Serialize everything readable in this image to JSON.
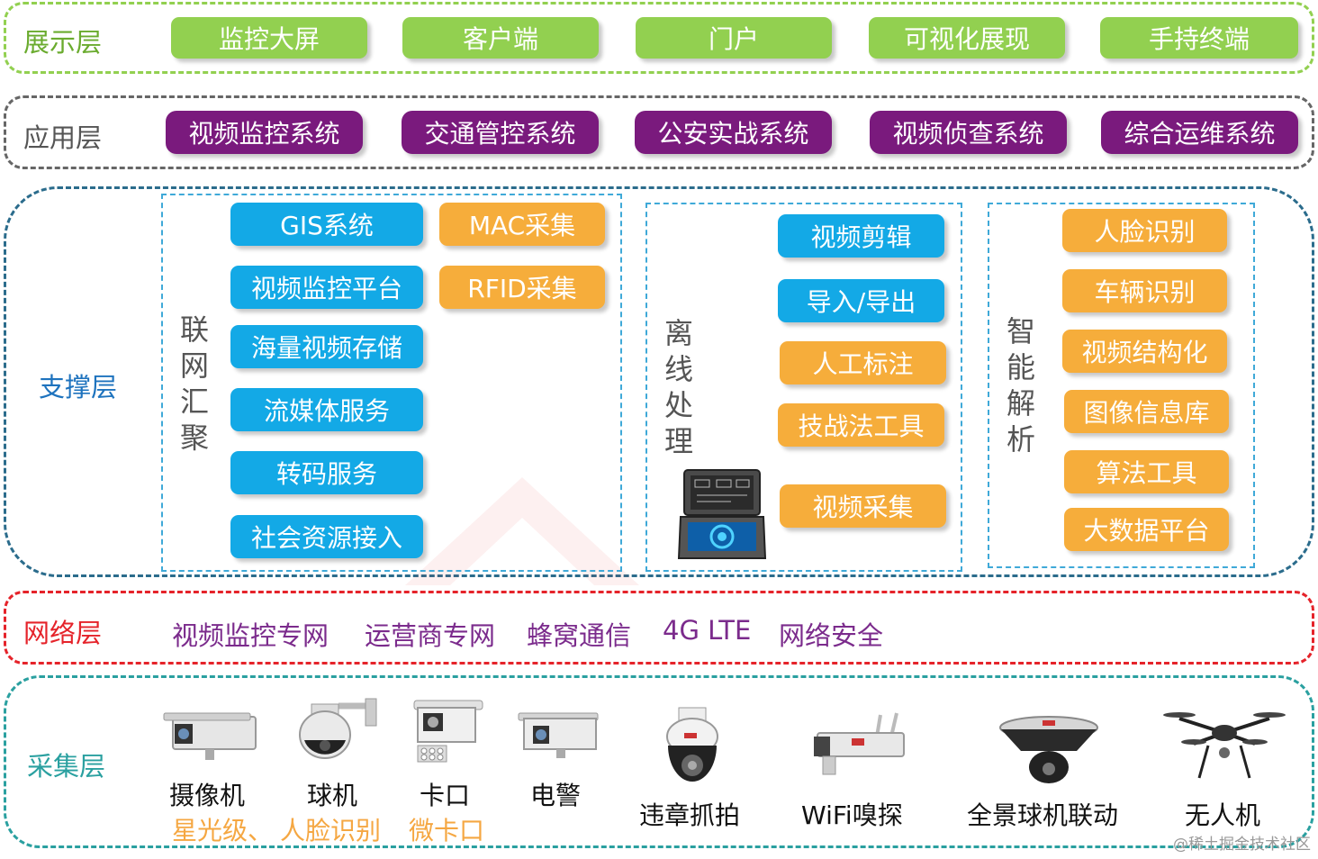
{
  "presentation": {
    "label": "展示层",
    "items": [
      "监控大屏",
      "客户端",
      "门户",
      "可视化展现",
      "手持终端"
    ]
  },
  "application": {
    "label": "应用层",
    "items": [
      "视频监控系统",
      "交通管控系统",
      "公安实战系统",
      "视频侦查系统",
      "综合运维系统"
    ]
  },
  "support": {
    "label": "支撑层",
    "aggregation": {
      "label_chars": [
        "联",
        "网",
        "汇",
        "聚"
      ],
      "blue_items": [
        "GIS系统",
        "视频监控平台",
        "海量视频存储",
        "流媒体服务",
        "转码服务",
        "社会资源接入"
      ],
      "orange_items": [
        "MAC采集",
        "RFID采集"
      ]
    },
    "offline": {
      "label_chars": [
        "离",
        "线",
        "处",
        "理"
      ],
      "blue_items": [
        "视频剪辑",
        "导入/导出"
      ],
      "orange_items": [
        "人工标注",
        "技战法工具",
        "视频采集"
      ]
    },
    "intelligent": {
      "label_chars": [
        "智",
        "能",
        "解",
        "析"
      ],
      "items": [
        "人脸识别",
        "车辆识别",
        "视频结构化",
        "图像信息库",
        "算法工具",
        "大数据平台"
      ]
    }
  },
  "network": {
    "label": "网络层",
    "items": [
      "视频监控专网",
      "运营商专网",
      "蜂窝通信",
      "4G LTE",
      "网络安全"
    ]
  },
  "collection": {
    "label": "采集层",
    "devices": [
      {
        "name": "摄像机",
        "icon": "box-camera-icon"
      },
      {
        "name": "球机",
        "icon": "dome-camera-icon"
      },
      {
        "name": "卡口",
        "icon": "checkpoint-camera-icon"
      },
      {
        "name": "电警",
        "icon": "traffic-camera-icon"
      },
      {
        "name": "违章抓拍",
        "icon": "violation-camera-icon"
      },
      {
        "name": "WiFi嗅探",
        "icon": "wifi-sniffer-icon"
      },
      {
        "name": "全景球机联动",
        "icon": "panoramic-camera-icon"
      },
      {
        "name": "无人机",
        "icon": "drone-icon"
      }
    ],
    "subtitles": [
      "星光级、",
      "人脸识别",
      "微卡口"
    ]
  },
  "watermark": "@稀土掘金技术社区",
  "colors": {
    "green": "#92d050",
    "purple": "#7a1a7d",
    "blue": "#13a9e6",
    "orange": "#f6ad3b",
    "network_red": "#e5232a",
    "support_label": "#1e73be",
    "collection_label": "#2aa0a0"
  }
}
